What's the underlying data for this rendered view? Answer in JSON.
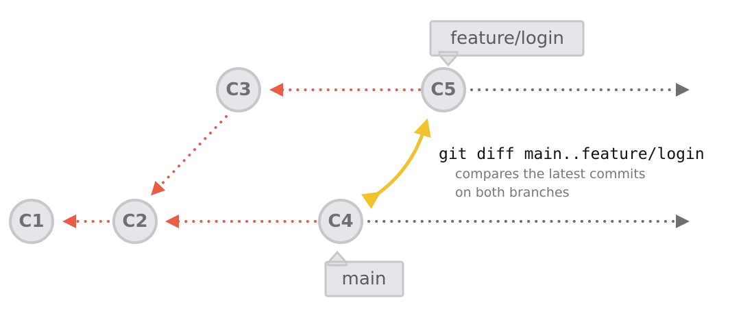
{
  "colors": {
    "parent_arrow": "#e85c48",
    "future_arrow": "#6f6f6f",
    "compare_arrow": "#f2c22e",
    "node_fill": "#e6e6ea",
    "node_stroke": "#c6c6cb"
  },
  "commits": [
    {
      "id": "c1",
      "label": "C1"
    },
    {
      "id": "c2",
      "label": "C2"
    },
    {
      "id": "c3",
      "label": "C3"
    },
    {
      "id": "c4",
      "label": "C4"
    },
    {
      "id": "c5",
      "label": "C5"
    }
  ],
  "branches": {
    "feature": {
      "label": "feature/login",
      "points_to": "c5"
    },
    "main": {
      "label": "main",
      "points_to": "c4"
    }
  },
  "annotation": {
    "command": "git diff main..feature/login",
    "description_line1": "compares the latest commits",
    "description_line2": "on both branches"
  }
}
